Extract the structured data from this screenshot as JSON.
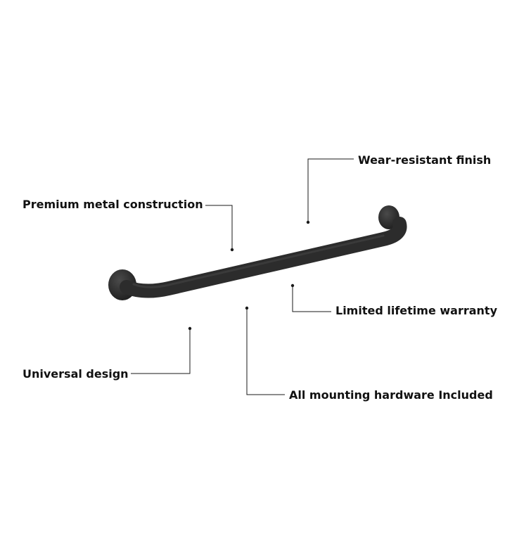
{
  "callouts": [
    {
      "id": "wear-resistant-finish",
      "label": "Wear-resistant finish"
    },
    {
      "id": "premium-metal-construction",
      "label": "Premium metal construction"
    },
    {
      "id": "limited-lifetime-warranty",
      "label": "Limited lifetime warranty"
    },
    {
      "id": "universal-design",
      "label": "Universal design"
    },
    {
      "id": "all-mounting-hardware",
      "label": "All mounting hardware Included"
    }
  ],
  "colors": {
    "bar": "#2f2f2f",
    "bar_highlight": "#4a4a4a",
    "line": "#1a1a1a",
    "text": "#111111",
    "background": "#ffffff"
  }
}
